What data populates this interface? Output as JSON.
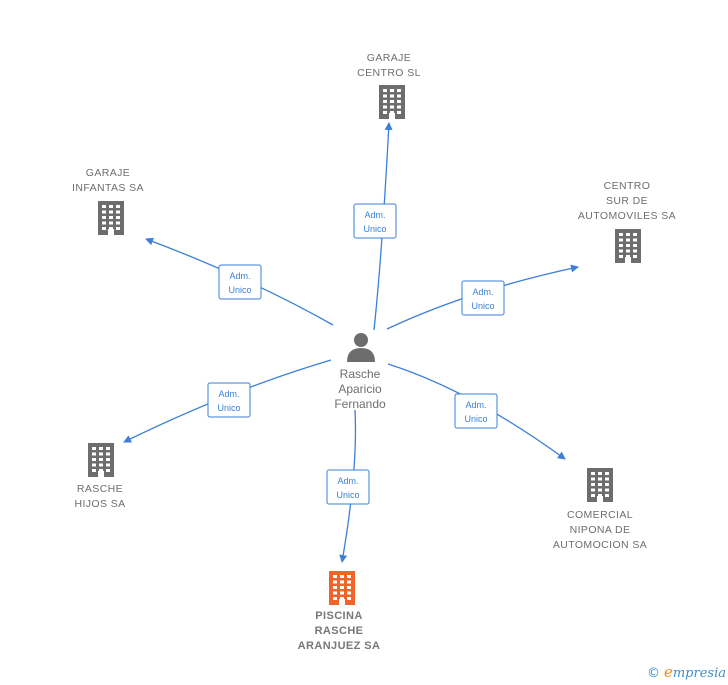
{
  "colors": {
    "edge": "#3b7fd9",
    "building": "#6d6d6d",
    "building_highlight": "#f0632b",
    "person": "#6d6d6d"
  },
  "center": {
    "lines": [
      "Rasche",
      "Aparicio",
      "Fernando"
    ],
    "icon": "person-icon"
  },
  "nodes": [
    {
      "id": "garaje-centro-sl",
      "lines": [
        "GARAJE",
        "CENTRO SL"
      ],
      "icon": "building-icon",
      "highlight": false
    },
    {
      "id": "garaje-infantas-sa",
      "lines": [
        "GARAJE",
        "INFANTAS SA"
      ],
      "icon": "building-icon",
      "highlight": false
    },
    {
      "id": "centro-sur-de-automoviles-sa",
      "lines": [
        "CENTRO",
        "SUR DE",
        "AUTOMOVILES SA"
      ],
      "icon": "building-icon",
      "highlight": false
    },
    {
      "id": "rasche-hijos-sa",
      "lines": [
        "RASCHE",
        "HIJOS SA"
      ],
      "icon": "building-icon",
      "highlight": false
    },
    {
      "id": "comercial-nipona-de-automocion-sa",
      "lines": [
        "COMERCIAL",
        "NIPONA DE",
        "AUTOMOCION SA"
      ],
      "icon": "building-icon",
      "highlight": false
    },
    {
      "id": "piscina-rasche-aranjuez-sa",
      "lines": [
        "PISCINA",
        "RASCHE",
        "ARANJUEZ SA"
      ],
      "icon": "building-icon",
      "highlight": true
    }
  ],
  "edges": [
    {
      "to": "garaje-centro-sl",
      "label": [
        "Adm.",
        "Unico"
      ]
    },
    {
      "to": "garaje-infantas-sa",
      "label": [
        "Adm.",
        "Unico"
      ]
    },
    {
      "to": "centro-sur-de-automoviles-sa",
      "label": [
        "Adm.",
        "Unico"
      ]
    },
    {
      "to": "rasche-hijos-sa",
      "label": [
        "Adm.",
        "Unico"
      ]
    },
    {
      "to": "comercial-nipona-de-automocion-sa",
      "label": [
        "Adm.",
        "Unico"
      ]
    },
    {
      "to": "piscina-rasche-aranjuez-sa",
      "label": [
        "Adm.",
        "Unico"
      ]
    }
  ],
  "footer": {
    "copyright": "©",
    "brand_initial": "e",
    "brand_rest": "mpresia"
  }
}
